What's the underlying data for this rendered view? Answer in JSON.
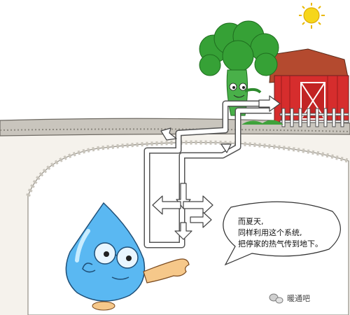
{
  "speech_bubble": {
    "lines": [
      "而夏天,",
      "同样利用这个系统,",
      "把停家的热气传到地下。"
    ]
  },
  "watermark": {
    "text": "暖通吧",
    "icon": "wechat-icon"
  },
  "colors": {
    "sky": "#ffffff",
    "soil": "#f4f1ea",
    "rock_layer": "#d9d6cf",
    "pipe": "#ffffff",
    "pipe_outline": "#555555",
    "broccoli": "#3ba33a",
    "barn": "#d12a2a",
    "water_drop": "#59b6f0",
    "sun": "#f3d10b"
  }
}
